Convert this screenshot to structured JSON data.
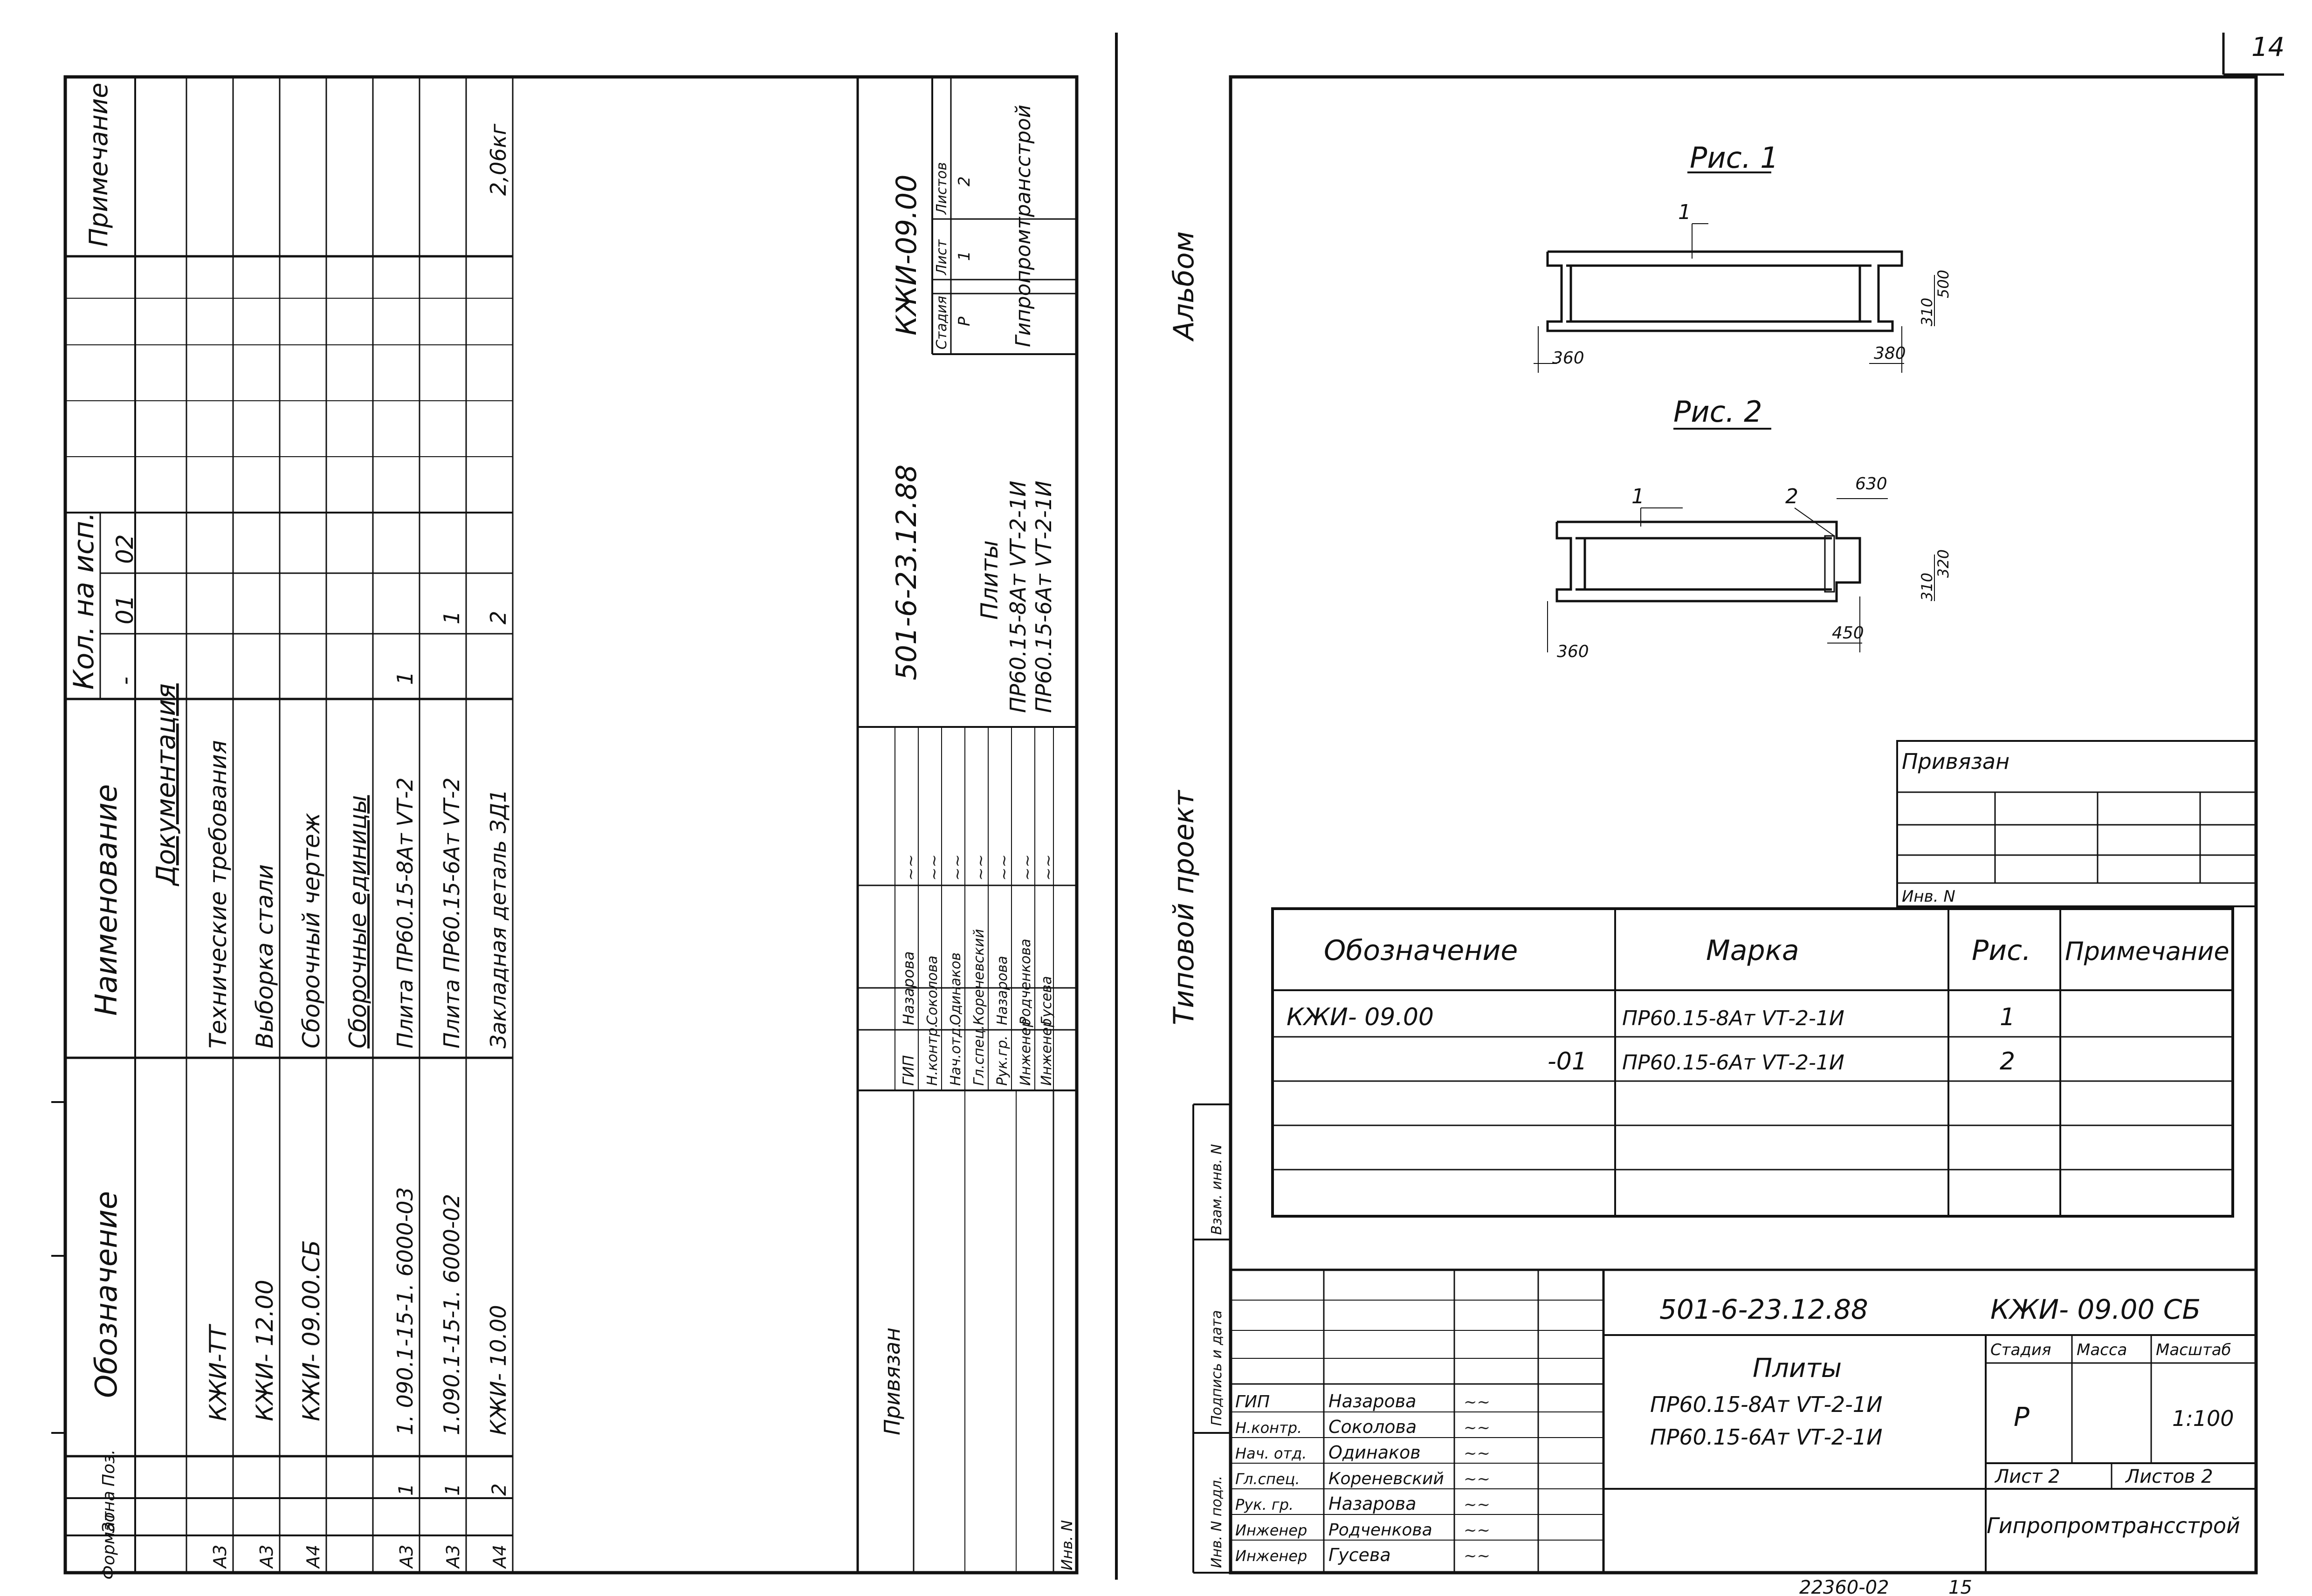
{
  "page_number": "14",
  "left_sheet": {
    "header": {
      "format": "Формат",
      "zone": "Зона",
      "pos": "Поз.",
      "designation": "Обозначение",
      "name": "Наименование",
      "qty": "Кол. на исп.",
      "qty_dash": "-",
      "qty_01": "01",
      "qty_02": "02",
      "note": "Примечание"
    },
    "rows": [
      {
        "format": "",
        "pos": "",
        "designation": "",
        "name": "Документация",
        "q0": "",
        "q1": "",
        "q2": "",
        "note": ""
      },
      {
        "format": "А3",
        "pos": "",
        "designation": "КЖИ-ТТ",
        "name": "Технические требования",
        "q0": "",
        "q1": "",
        "q2": "",
        "note": ""
      },
      {
        "format": "А3",
        "pos": "",
        "designation": "КЖИ- 12.00",
        "name": "Выборка стали",
        "q0": "",
        "q1": "",
        "q2": "",
        "note": ""
      },
      {
        "format": "А4",
        "pos": "",
        "designation": "КЖИ- 09.00.СБ",
        "name": "Сборочный чертеж",
        "q0": "",
        "q1": "",
        "q2": "",
        "note": ""
      },
      {
        "format": "",
        "pos": "",
        "designation": "",
        "name": "Сборочные единицы",
        "q0": "",
        "q1": "",
        "q2": "",
        "note": ""
      },
      {
        "format": "А3",
        "pos": "1",
        "designation": "1. 090.1-15-1. 6000-03",
        "name": "Плита ПР60.15-8Ат VТ-2",
        "q0": "1",
        "q1": "",
        "q2": "",
        "note": ""
      },
      {
        "format": "А3",
        "pos": "1",
        "designation": "1.090.1-15-1. 6000-02",
        "name": "Плита ПР60.15-6Ат VТ-2",
        "q0": "",
        "q1": "1",
        "q2": "",
        "note": ""
      },
      {
        "format": "А4",
        "pos": "2",
        "designation": "КЖИ- 10.00",
        "name": "Закладная деталь ЗД1",
        "q0": "",
        "q1": "2",
        "q2": "",
        "note": "2,06кг"
      }
    ],
    "title_block": {
      "project_code": "501-6-23.12.88",
      "doc_code": "КЖИ-09.00",
      "title_word": "Плиты",
      "title_line1": "ПР60.15-8Ат VТ-2-1И",
      "title_line2": "ПР60.15-6Ат VТ-2-1И",
      "stage_label": "Стадия",
      "sheet_label": "Лист",
      "sheets_label": "Листов",
      "stage_value": "Р",
      "sheet_value": "1",
      "sheets_value": "2",
      "organization": "Гипропромтрансстрой",
      "staff": [
        {
          "role": "ГИП",
          "name": "Назарова"
        },
        {
          "role": "Н.контр.",
          "name": "Соколова"
        },
        {
          "role": "Нач.отд.",
          "name": "Одинаков"
        },
        {
          "role": "Гл.спец.",
          "name": "Кореневский"
        },
        {
          "role": "Рук.гр.",
          "name": "Назарова"
        },
        {
          "role": "Инженер",
          "name": "Родченкова"
        },
        {
          "role": "Инженер",
          "name": "Гусева"
        }
      ],
      "bound_label": "Привязан",
      "inv_label": "Инв. N"
    }
  },
  "divider": {
    "album": "Альбом",
    "typical_project": "Типовой проект"
  },
  "right_sheet": {
    "fig1_title": "Рис. 1",
    "fig2_title": "Рис. 2",
    "fig1_leader": "1",
    "fig1_dims": {
      "left": "360",
      "right": "380",
      "v1": "310",
      "v2": "500"
    },
    "fig2_leaders": {
      "a": "1",
      "b": "2"
    },
    "fig2_dims": {
      "left": "360",
      "right": "450",
      "top": "630",
      "v1": "310",
      "v2": "320"
    },
    "bound_label": "Привязан",
    "inv_label": "Инв. N",
    "table": {
      "headers": {
        "designation": "Обозначение",
        "mark": "Марка",
        "fig": "Рис.",
        "note": "Примечание"
      },
      "rows": [
        {
          "designation": "КЖИ- 09.00",
          "mark": "ПР60.15-8Ат VТ-2-1И",
          "fig": "1",
          "note": ""
        },
        {
          "designation": "-01",
          "mark": "ПР60.15-6Ат VТ-2-1И",
          "fig": "2",
          "note": ""
        }
      ]
    },
    "side_labels": {
      "inv_orig": "Инв. N подл.",
      "sign_date": "Подпись и дата",
      "replace_inv": "Взам. инв. N"
    },
    "title_block": {
      "project_code": "501-6-23.12.88",
      "doc_code": "КЖИ- 09.00 СБ",
      "title_word": "Плиты",
      "title_line1": "ПР60.15-8Ат VТ-2-1И",
      "title_line2": "ПР60.15-6Ат VТ-2-1И",
      "stage_label": "Стадия",
      "mass_label": "Масса",
      "scale_label": "Масштаб",
      "stage_value": "Р",
      "scale_value": "1:100",
      "sheet_text": "Лист 2",
      "sheets_text": "Листов 2",
      "organization": "Гипропромтрансстрой",
      "staff": [
        {
          "role": "ГИП",
          "name": "Назарова"
        },
        {
          "role": "Н.контр.",
          "name": "Соколова"
        },
        {
          "role": "Нач. отд.",
          "name": "Одинаков"
        },
        {
          "role": "Гл.спец.",
          "name": "Кореневский"
        },
        {
          "role": "Рук. гр.",
          "name": "Назарова"
        },
        {
          "role": "Инженер",
          "name": "Родченкова"
        },
        {
          "role": "Инженер",
          "name": "Гусева"
        }
      ]
    },
    "footer_code": "22360-02",
    "footer_page": "15"
  }
}
